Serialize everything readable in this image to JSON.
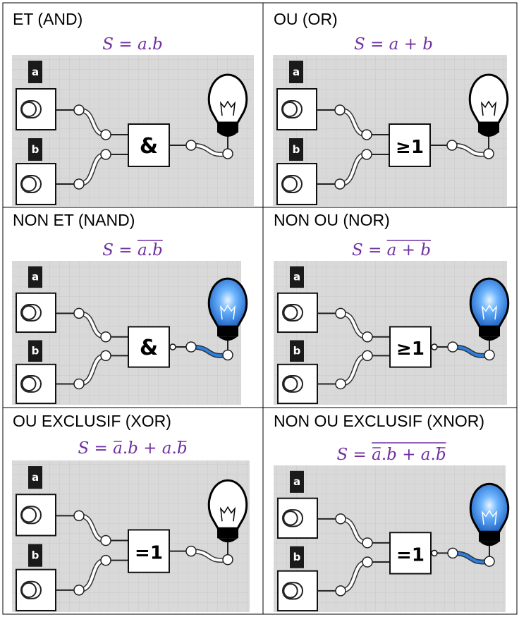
{
  "colors": {
    "formula": "#7030a0",
    "canvas": "#d9d9d9",
    "bulb_on": "#2a7fe0",
    "bulb_off": "#ffffff",
    "wire_active": "#2a7fe0"
  },
  "gates": [
    {
      "id": "and",
      "title": "ET (AND)",
      "symbol": "&",
      "inverted": false,
      "output_on": false,
      "formula": {
        "lhs": "S",
        "eq": "=",
        "parts": [
          "a",
          ".",
          "b"
        ],
        "overline": false
      }
    },
    {
      "id": "or",
      "title": "OU (OR)",
      "symbol": "≥1",
      "inverted": false,
      "output_on": false,
      "formula": {
        "lhs": "S",
        "eq": "=",
        "parts": [
          "a",
          "+",
          "b"
        ],
        "overline": false
      }
    },
    {
      "id": "nand",
      "title": "NON ET (NAND)",
      "symbol": "&",
      "inverted": true,
      "output_on": true,
      "formula": {
        "lhs": "S",
        "eq": "=",
        "parts": [
          "a",
          ".",
          "b"
        ],
        "overline": true
      }
    },
    {
      "id": "nor",
      "title": "NON OU (NOR)",
      "symbol": "≥1",
      "inverted": true,
      "output_on": true,
      "formula": {
        "lhs": "S",
        "eq": "=",
        "parts": [
          "a",
          "+",
          "b"
        ],
        "overline": true
      }
    },
    {
      "id": "xor",
      "title": "OU EXCLUSIF (XOR)",
      "symbol": "=1",
      "inverted": false,
      "output_on": false,
      "formula": {
        "lhs": "S",
        "eq": "=",
        "parts": [
          "a",
          ".",
          "b",
          "+",
          "a",
          ".",
          "b"
        ],
        "bars": [
          0,
          6
        ],
        "overline": false
      }
    },
    {
      "id": "xnor",
      "title": "NON OU EXCLUSIF (XNOR)",
      "symbol": "=1",
      "inverted": true,
      "output_on": true,
      "formula": {
        "lhs": "S",
        "eq": "=",
        "parts": [
          "a",
          ".",
          "b",
          "+",
          "a",
          ".",
          "b"
        ],
        "bars": [
          0,
          6
        ],
        "overline": true
      }
    }
  ],
  "inputs": {
    "a": "a",
    "b": "b"
  }
}
